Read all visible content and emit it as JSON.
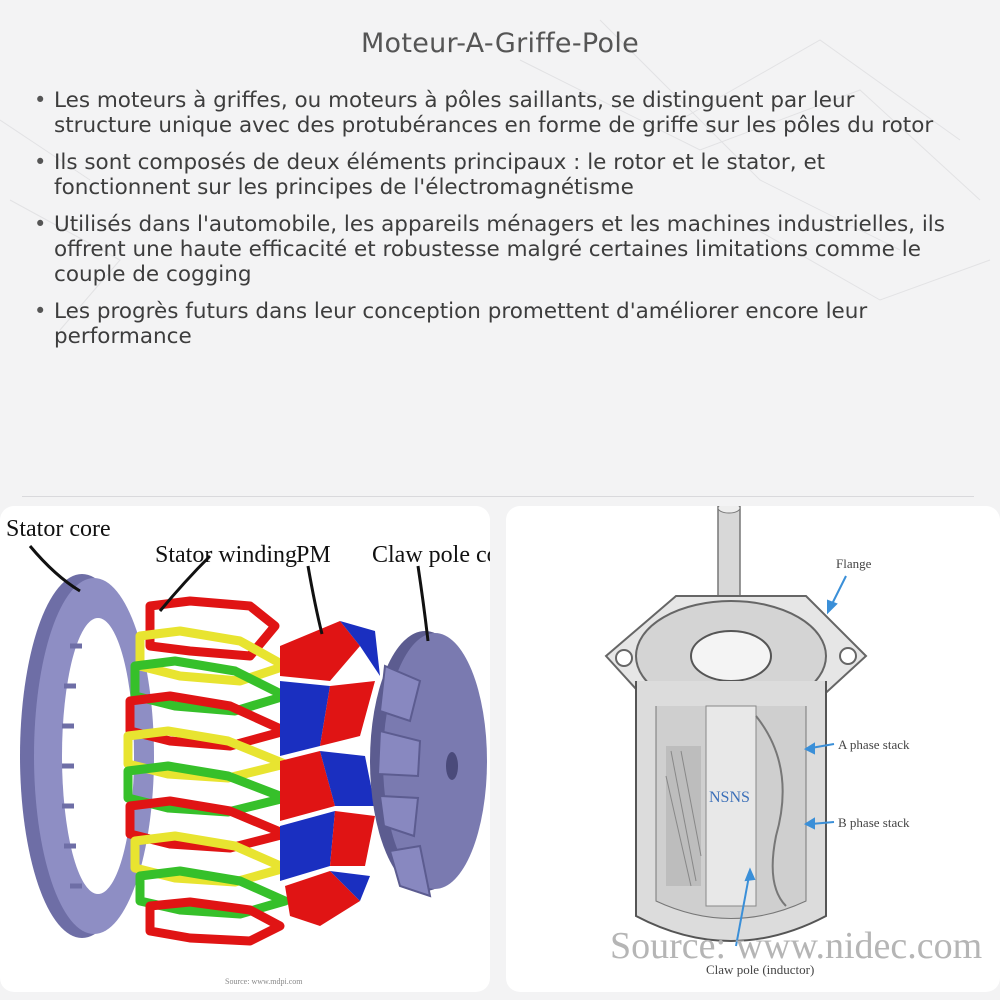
{
  "title": "Moteur-A-Griffe-Pole",
  "bullets": [
    "Les moteurs à griffes, ou moteurs à pôles saillants, se distinguent par leur structure unique avec des protubérances en forme de griffe sur les pôles du rotor",
    "Ils sont composés de deux éléments principaux : le rotor et le stator, et fonctionnent sur les principes de l'électromagnétisme",
    "Utilisés dans l'automobile, les appareils ménagers et les machines industrielles, ils offrent une haute efficacité et robustesse malgré certaines limitations comme le couple de cogging",
    "Les progrès futurs dans leur conception promettent d'améliorer encore leur performance"
  ],
  "bullet_marker": "•",
  "left_figure": {
    "labels": {
      "stator_core": "Stator core",
      "stator_winding": "Stator winding",
      "pm": "PM",
      "claw_pole_core": "Claw pole core"
    },
    "source": "Source: www.mdpi.com",
    "colors": {
      "core": "#7a7ab0",
      "red": "#e01414",
      "yellow": "#e8e430",
      "green": "#36c02a",
      "blue": "#1a2fc0"
    }
  },
  "right_figure": {
    "labels": {
      "flange": "Flange",
      "a_phase": "A phase stack",
      "b_phase": "B phase stack",
      "claw_pole": "Claw pole (inductor)",
      "rotor_marking": "NSNS"
    },
    "source": "Source: www.nidec.com",
    "colors": {
      "arrow": "#3a8fd8",
      "line": "#666666"
    }
  }
}
